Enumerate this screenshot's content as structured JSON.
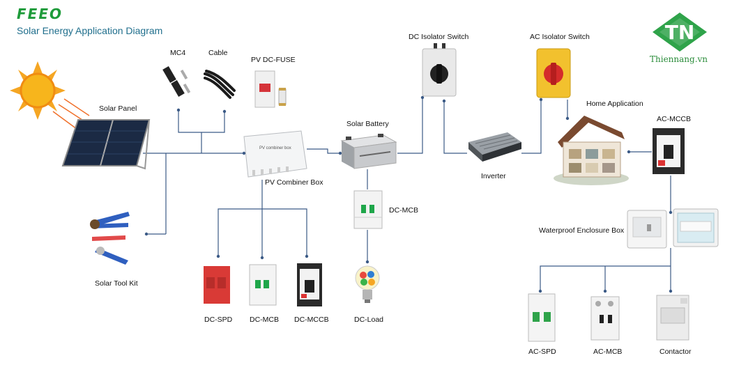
{
  "header": {
    "brand": "FEEO",
    "title": "Solar Energy Application Diagram"
  },
  "watermark": {
    "logo_text": "TN",
    "site": "Thiennang.vn"
  },
  "labels": {
    "mc4": "MC4",
    "cable": "Cable",
    "pv_dc_fuse": "PV DC-FUSE",
    "dc_isolator": "DC Isolator Switch",
    "ac_isolator": "AC Isolator Switch",
    "home_application": "Home Application",
    "solar_panel": "Solar Panel",
    "solar_battery": "Solar Battery",
    "ac_mccb_top": "AC-MCCB",
    "pv_combiner": "PV Combiner Box",
    "inverter": "Inverter",
    "dc_mcb_mid": "DC-MCB",
    "waterproof": "Waterproof Enclosure Box",
    "solar_tool_kit": "Solar Tool Kit",
    "dc_spd": "DC-SPD",
    "dc_mcb_bottom": "DC-MCB",
    "dc_mccb": "DC-MCCB",
    "dc_load": "DC-Load",
    "ac_spd": "AC-SPD",
    "ac_mcb": "AC-MCB",
    "contactor": "Contactor"
  },
  "device_text": {
    "combiner_box_print": "PV combiner box"
  },
  "colors": {
    "brand_green": "#1e9b3a",
    "title_blue": "#1f6e8c",
    "wire_blue": "#3b5a86",
    "spd_red": "#d93a36",
    "isolator_yellow": "#f2c12e"
  }
}
